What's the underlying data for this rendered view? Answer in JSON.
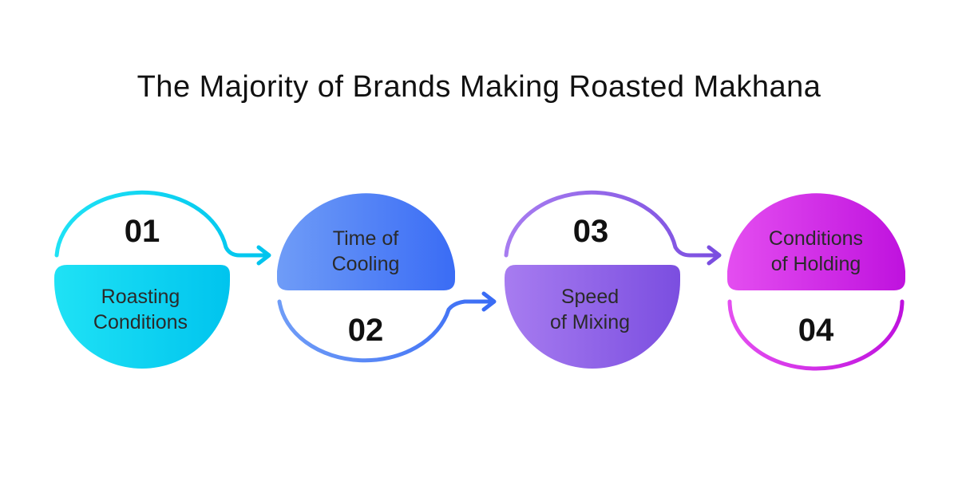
{
  "title": "The Majority of Brands Making Roasted Makhana",
  "steps": [
    {
      "number": "01",
      "label_line1": "Roasting",
      "label_line2": "Conditions",
      "color_start": "#1fe2f5",
      "color_end": "#00c4ee"
    },
    {
      "number": "02",
      "label_line1": "Time of",
      "label_line2": "Cooling",
      "color_start": "#6f9cf7",
      "color_end": "#3a6cf5"
    },
    {
      "number": "03",
      "label_line1": "Speed",
      "label_line2": "of Mixing",
      "color_start": "#a77cf0",
      "color_end": "#7b4ee0"
    },
    {
      "number": "04",
      "label_line1": "Conditions",
      "label_line2": "of Holding",
      "color_start": "#e44ef0",
      "color_end": "#bf12de"
    }
  ]
}
